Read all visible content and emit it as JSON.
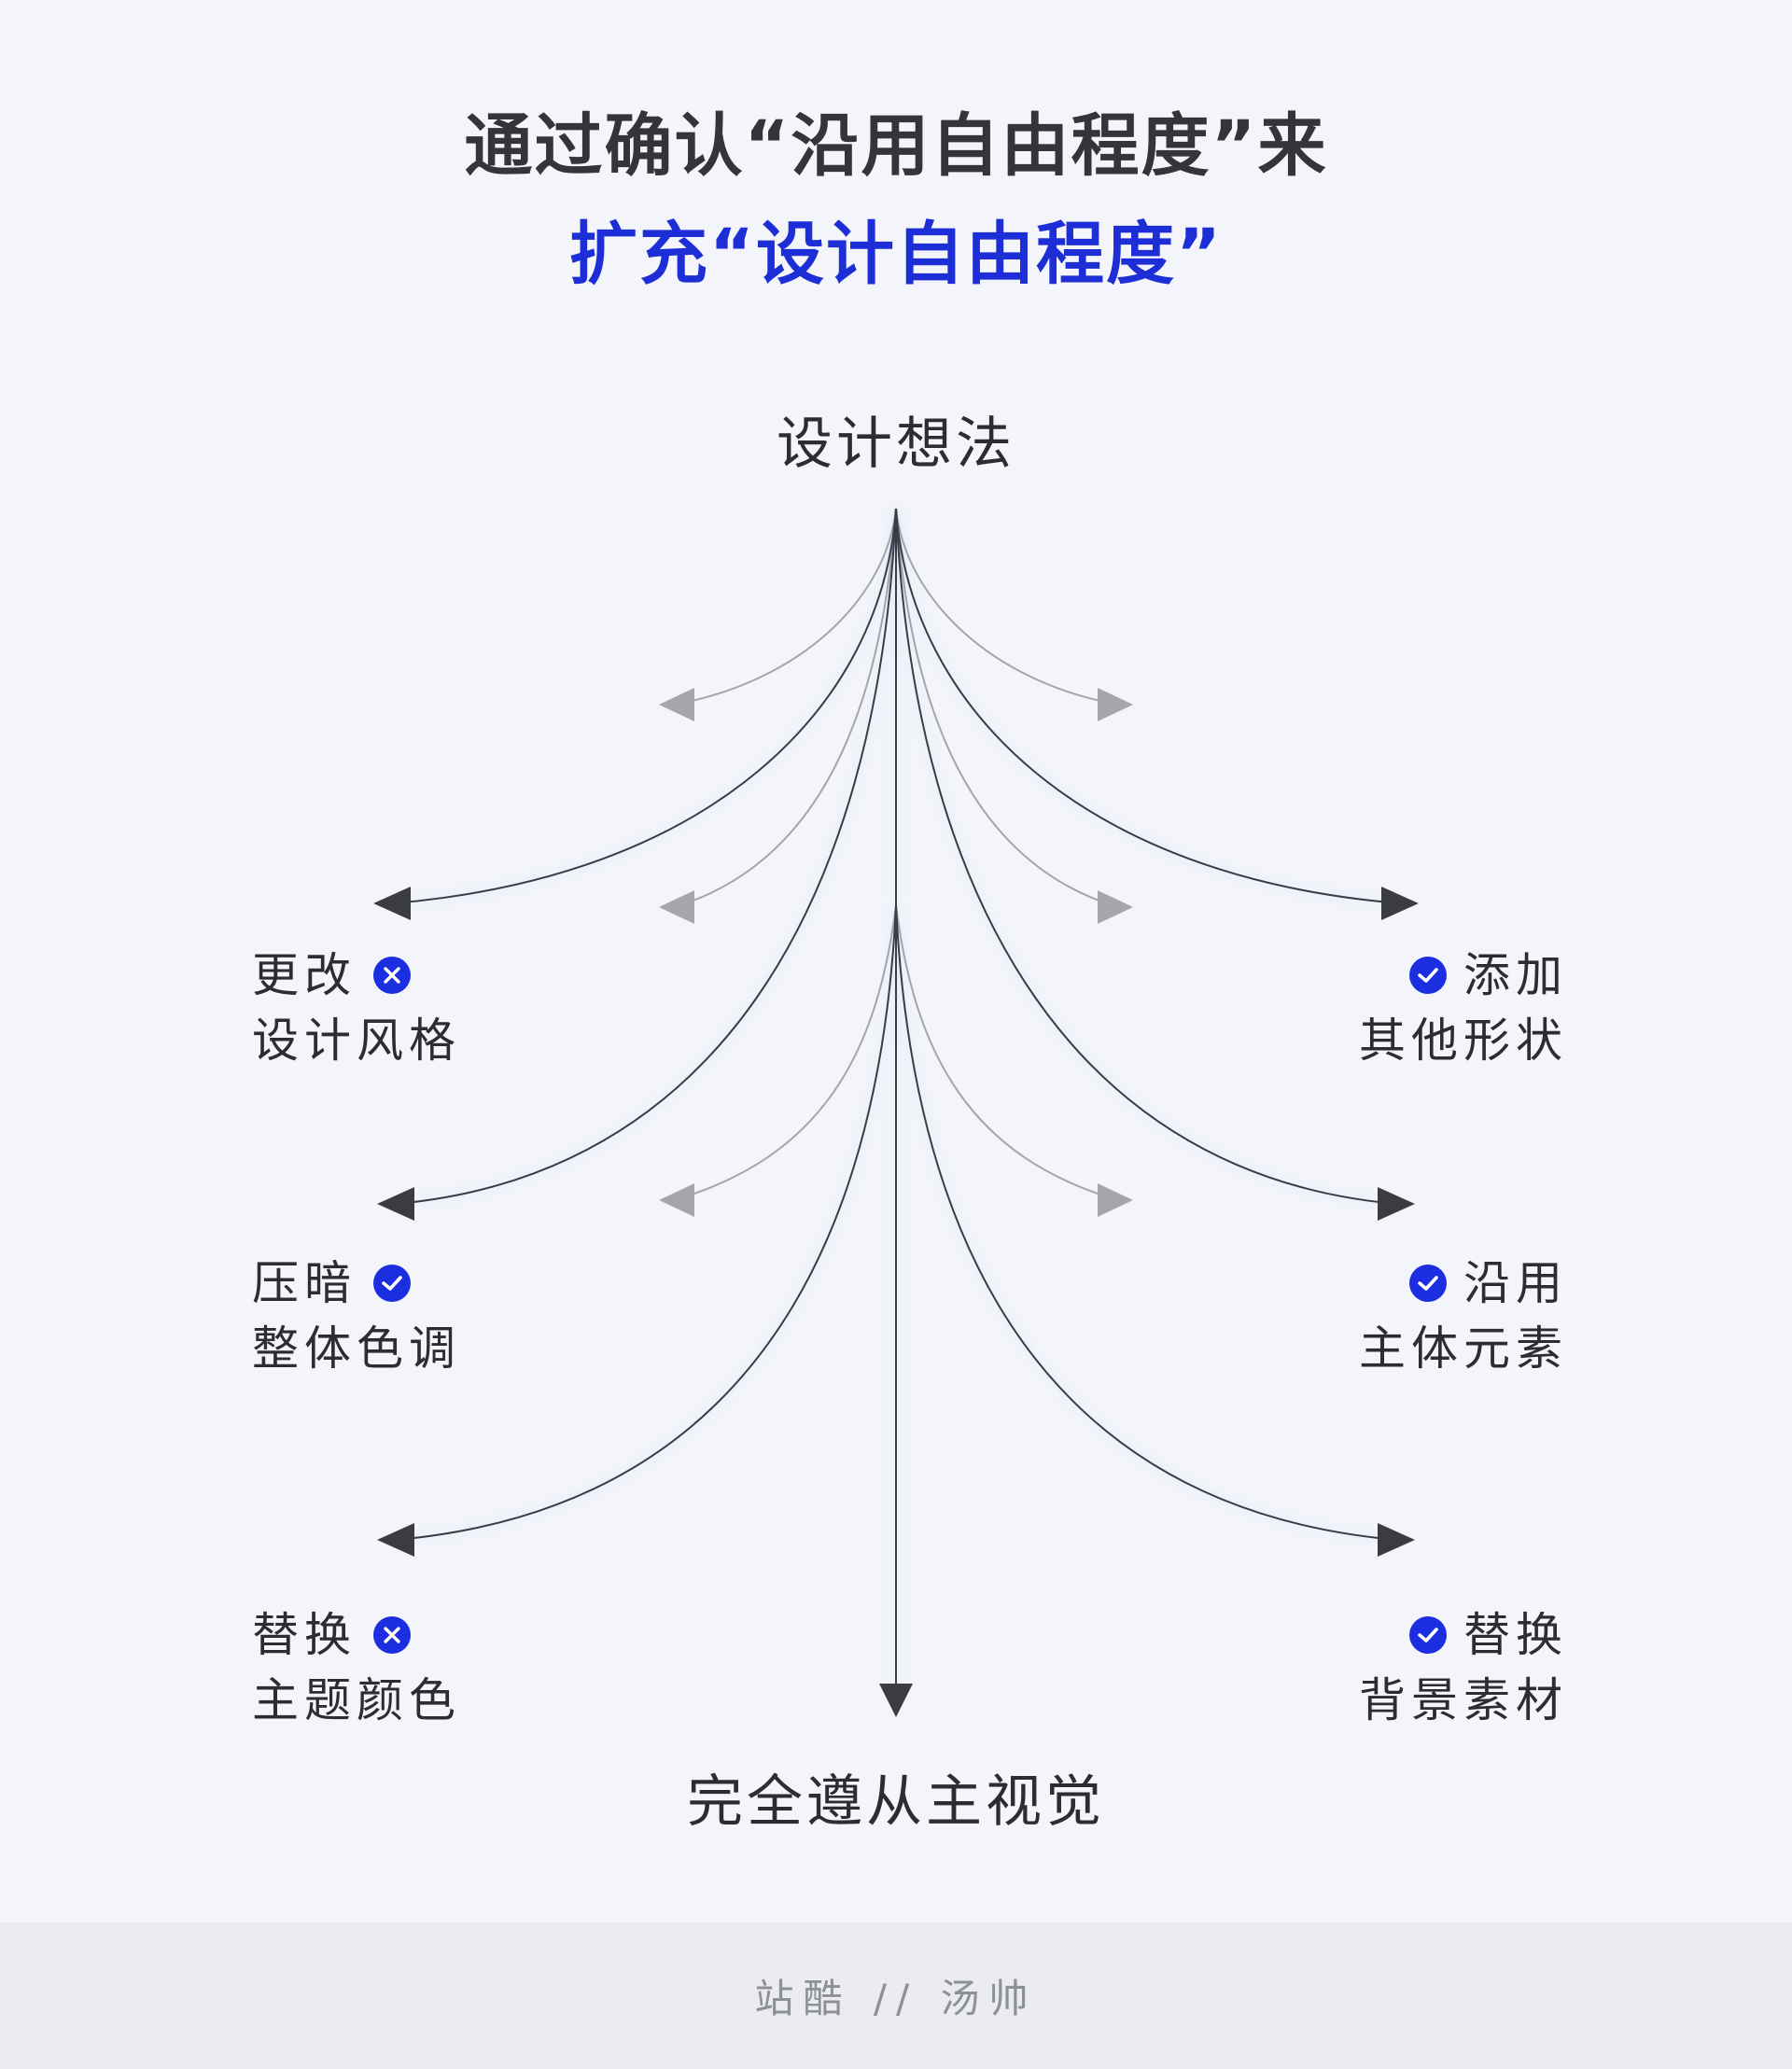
{
  "title": {
    "line1": "通过确认“沿用自由程度”来",
    "line2": "扩充“设计自由程度”"
  },
  "diagram": {
    "root": "设计想法",
    "bottom": "完全遵从主视觉",
    "options": [
      {
        "line1": "更改",
        "line2": "设计风格",
        "status": "cross",
        "icon": "x-circle-icon"
      },
      {
        "line1": "添加",
        "line2": "其他形状",
        "status": "check",
        "icon": "check-circle-icon"
      },
      {
        "line1": "压暗",
        "line2": "整体色调",
        "status": "check",
        "icon": "check-circle-icon"
      },
      {
        "line1": "沿用",
        "line2": "主体元素",
        "status": "check",
        "icon": "check-circle-icon"
      },
      {
        "line1": "替换",
        "line2": "主题颜色",
        "status": "cross",
        "icon": "x-circle-icon"
      },
      {
        "line1": "替换",
        "line2": "背景素材",
        "status": "check",
        "icon": "check-circle-icon"
      }
    ]
  },
  "footer": {
    "credit": "站酷 // 汤帅"
  },
  "colors": {
    "background": "#f3f5fa",
    "accent": "#1d2ed6",
    "arrow_dark": "#3a3c40",
    "arrow_light": "#a4a6aa",
    "footer_bg": "#eaecf1"
  }
}
